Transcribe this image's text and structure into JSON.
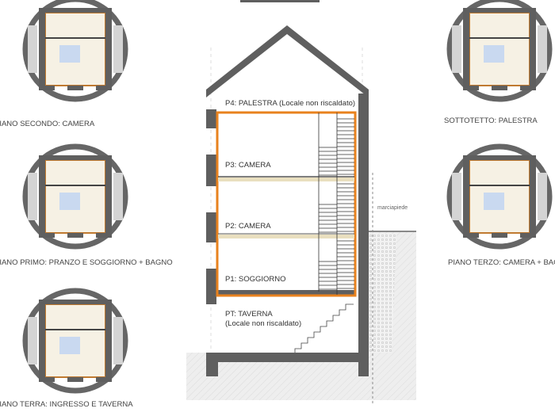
{
  "section": {
    "floors": [
      {
        "label": "P4: PALESTRA (Locale non riscaldato)"
      },
      {
        "label": "P3: CAMERA"
      },
      {
        "label": "P2: CAMERA"
      },
      {
        "label": "P1: SOGGIORNO"
      },
      {
        "label": "PT: TAVERNA",
        "note": "(Locale non riscaldato)"
      }
    ],
    "sidewalk_label": "marciapiede"
  },
  "plans": {
    "left": [
      {
        "caption": "PIANO SECONDO: CAMERA"
      },
      {
        "caption": "PIANO PRIMO: PRANZO E SOGGIORNO + BAGNO"
      },
      {
        "caption": "PIANO TERRA: INGRESSO E TAVERNA"
      }
    ],
    "right": [
      {
        "caption": "SOTTOTETTO: PALESTRA"
      },
      {
        "caption": "PIANO TERZO: CAMERA + BAGNO"
      }
    ]
  },
  "colors": {
    "wall": "#5f5f5f",
    "insulation": "#e8821e",
    "floor_plan": "#f6f1e4",
    "ground": "#ececec"
  }
}
